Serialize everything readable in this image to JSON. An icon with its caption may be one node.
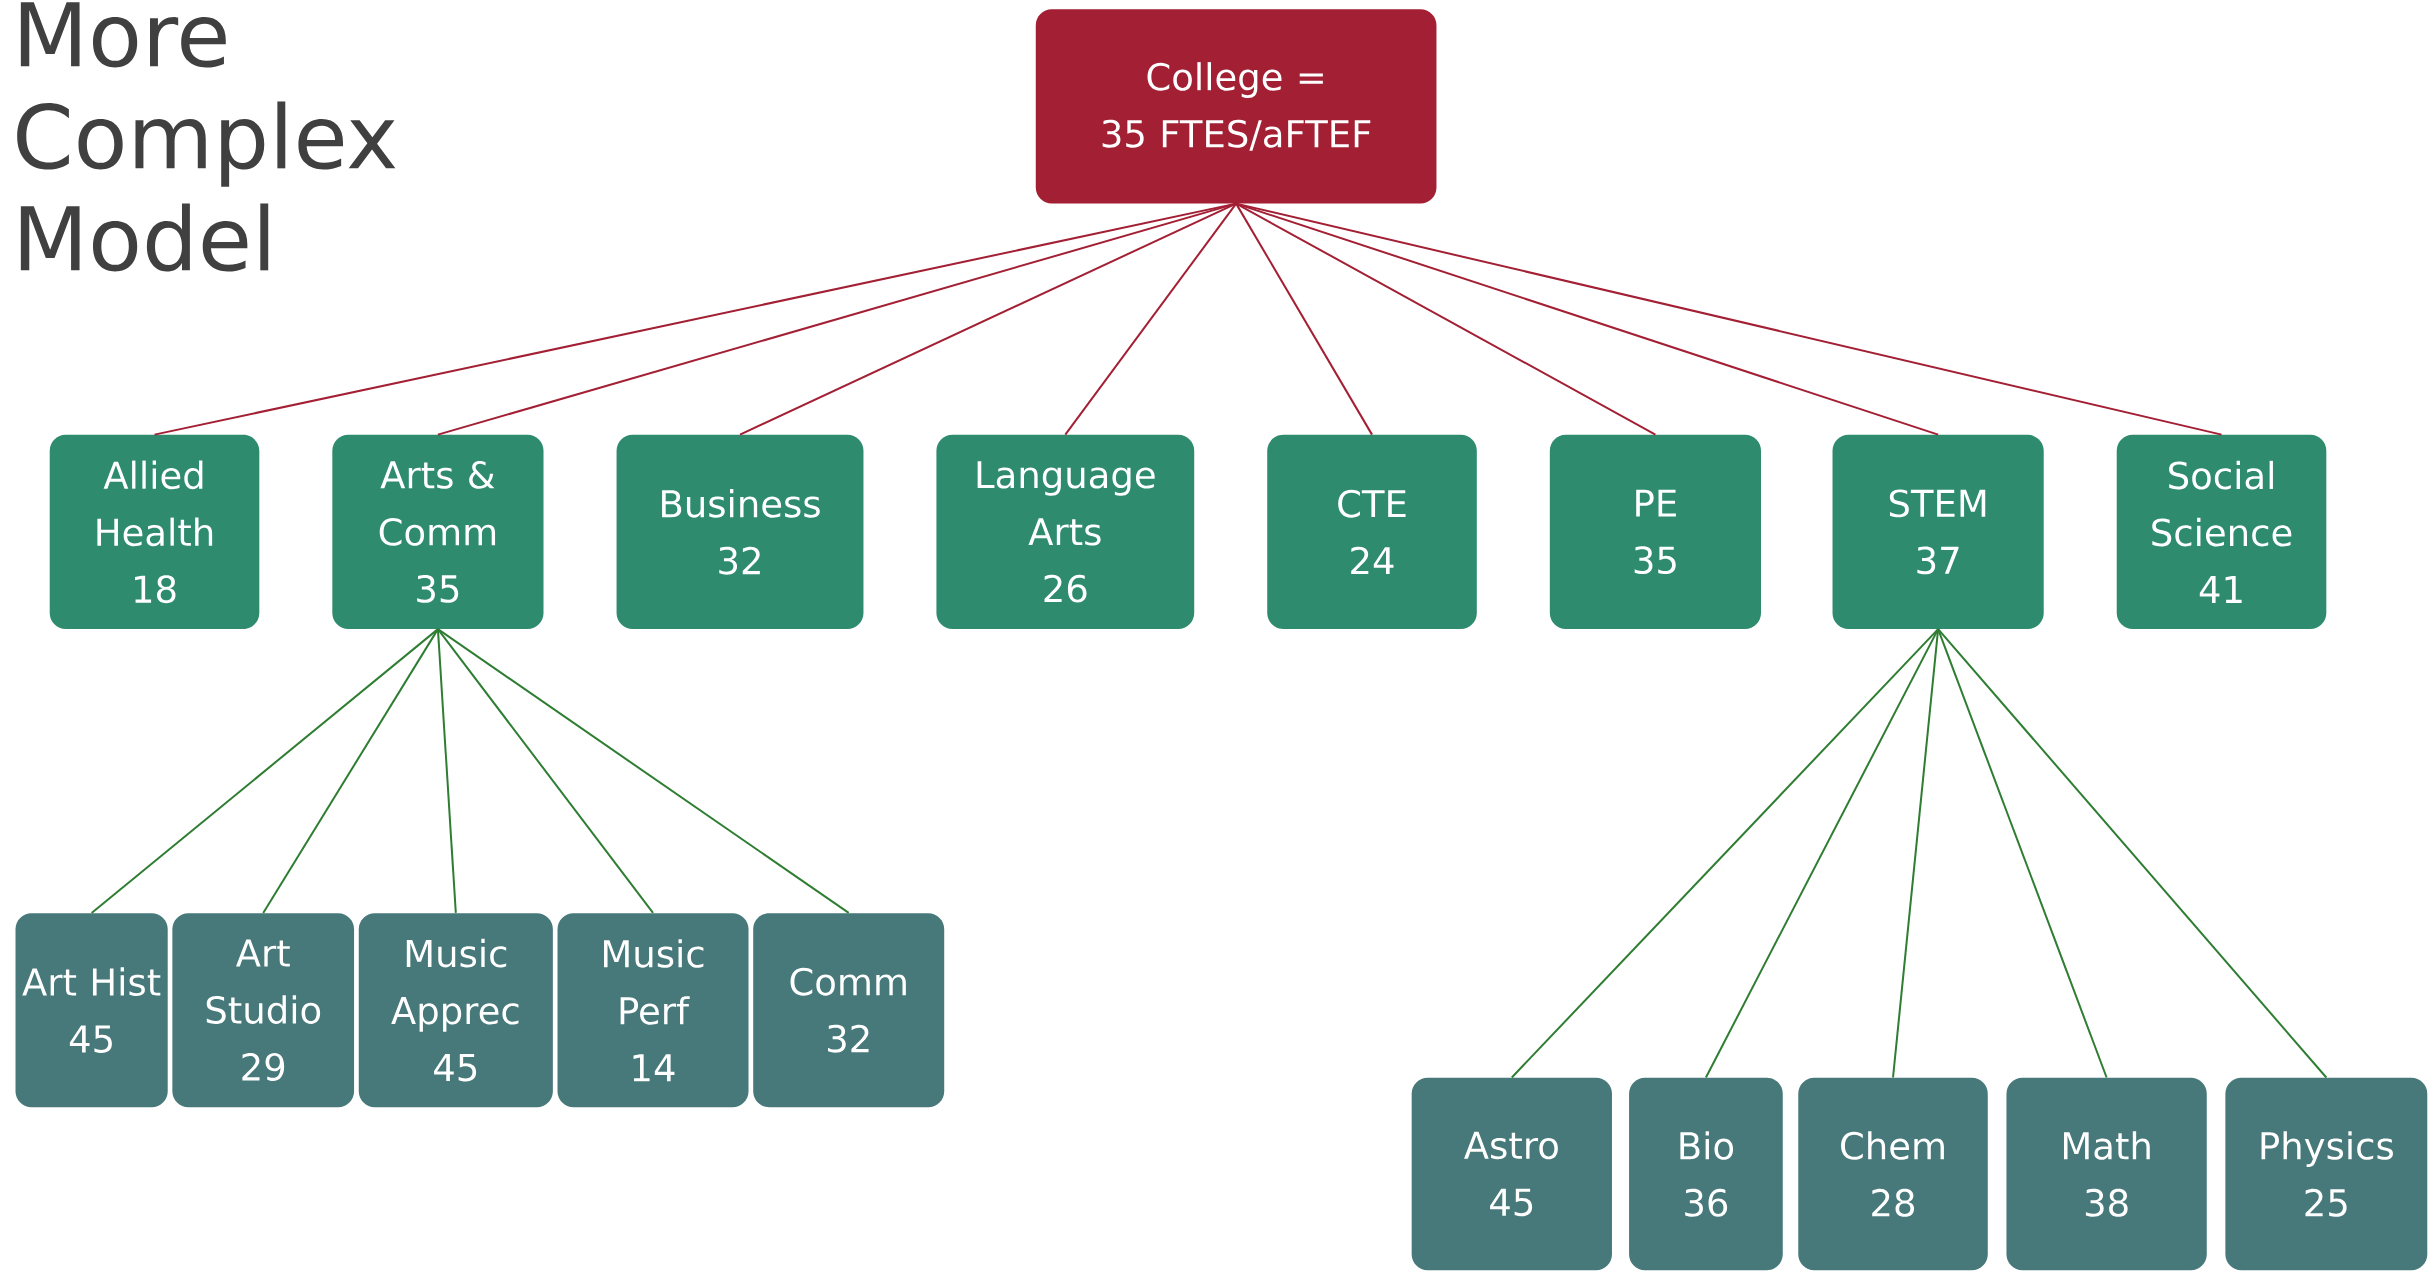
{
  "diagram": {
    "title": "More Complex Model",
    "nodes": [
      {
        "text": [
          "College =",
          "35 FTES/aFTEF"
        ]
      },
      {
        "text": [
          "Allied Health",
          "18"
        ]
      },
      {
        "text": [
          "Arts & Comm",
          "35"
        ]
      },
      {
        "text": [
          "Business",
          "32"
        ]
      },
      {
        "text": [
          "Language Arts",
          "26"
        ]
      },
      {
        "text": [
          "CTE",
          "24"
        ]
      },
      {
        "text": [
          "PE",
          "35"
        ]
      },
      {
        "text": [
          "STEM",
          "37"
        ]
      },
      {
        "text": [
          "Social Science",
          "41"
        ]
      },
      {
        "text": [
          "Art Hist",
          "45"
        ]
      },
      {
        "text": [
          "Art Studio",
          "29"
        ]
      },
      {
        "text": [
          "Music Apprec",
          "45"
        ]
      },
      {
        "text": [
          "Music Perf",
          "14"
        ]
      },
      {
        "text": [
          "Comm",
          "32"
        ]
      },
      {
        "text": [
          "Astro",
          "45"
        ]
      },
      {
        "text": [
          "Bio",
          "36"
        ]
      },
      {
        "text": [
          "Chem",
          "28"
        ]
      },
      {
        "text": [
          "Math",
          "38"
        ]
      },
      {
        "text": [
          "Physics",
          "25"
        ]
      }
    ],
    "edges": [
      {
        "from": 0,
        "to": 1,
        "arrow": "none",
        "color": "#a31f34"
      },
      {
        "from": 0,
        "to": 2,
        "arrow": "none",
        "color": "#a31f34"
      },
      {
        "from": 0,
        "to": 3,
        "arrow": "none",
        "color": "#a31f34"
      },
      {
        "from": 0,
        "to": 4,
        "arrow": "none",
        "color": "#a31f34"
      },
      {
        "from": 0,
        "to": 5,
        "arrow": "none",
        "color": "#a31f34"
      },
      {
        "from": 0,
        "to": 6,
        "arrow": "none",
        "color": "#a31f34"
      },
      {
        "from": 0,
        "to": 7,
        "arrow": "none",
        "color": "#a31f34"
      },
      {
        "from": 0,
        "to": 8,
        "arrow": "none",
        "color": "#a31f34"
      },
      {
        "from": 2,
        "to": 9,
        "arrow": "none"
      },
      {
        "from": 2,
        "to": 10,
        "arrow": "none"
      },
      {
        "from": 2,
        "to": 11,
        "arrow": "none"
      },
      {
        "from": 2,
        "to": 12,
        "arrow": "none"
      },
      {
        "from": 2,
        "to": 13,
        "arrow": "none"
      },
      {
        "from": 7,
        "to": 14,
        "arrow": "none"
      },
      {
        "from": 7,
        "to": 15,
        "arrow": "none"
      },
      {
        "from": 7,
        "to": 16,
        "arrow": "none"
      },
      {
        "from": 7,
        "to": 17,
        "arrow": "none"
      },
      {
        "from": 7,
        "to": 18,
        "arrow": "none"
      }
    ]
  }
}
